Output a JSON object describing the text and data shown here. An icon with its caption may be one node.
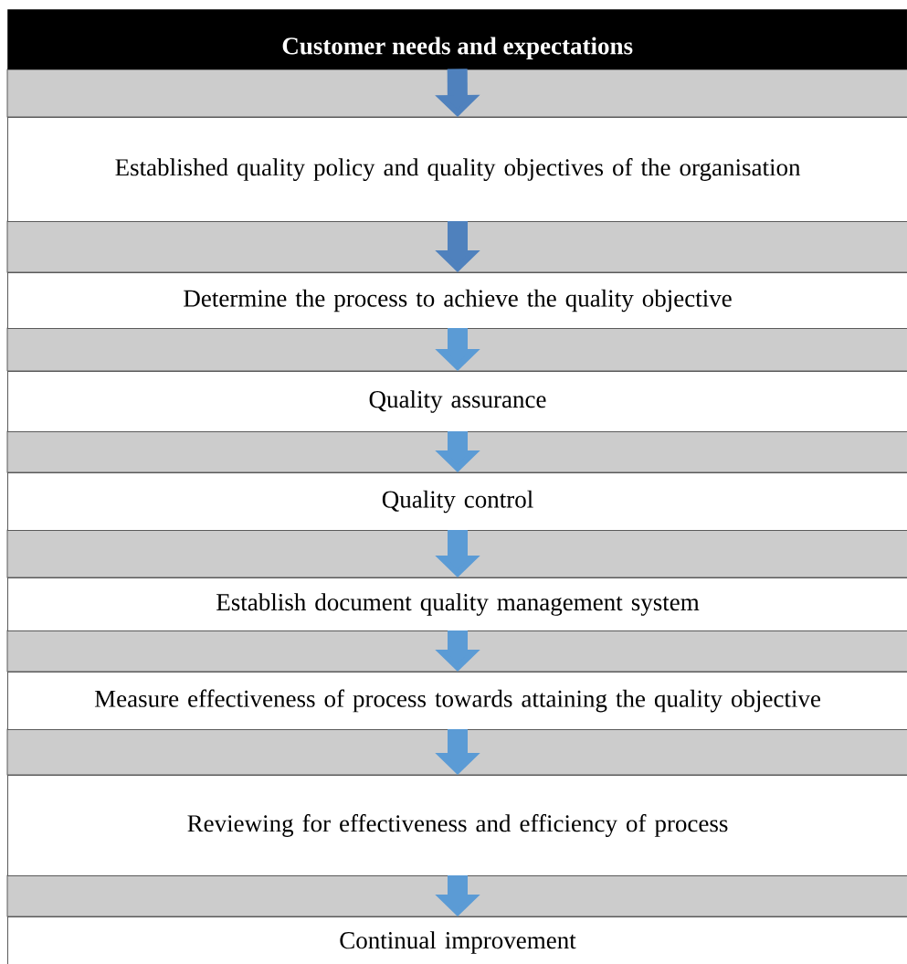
{
  "diagram": {
    "nodes": [
      {
        "text": [
          "Customer needs and expectations"
        ]
      },
      {
        "text": [
          "Established quality policy and quality objectives of the organisation"
        ]
      },
      {
        "text": [
          "Determine the process to achieve the quality objective"
        ]
      },
      {
        "text": [
          "Quality assurance"
        ]
      },
      {
        "text": [
          "Quality control"
        ]
      },
      {
        "text": [
          "Establish document quality management system"
        ]
      },
      {
        "text": [
          "Measure effectiveness of process towards attaining the quality objective"
        ]
      },
      {
        "text": [
          "Reviewing for effectiveness and efficiency of process"
        ]
      },
      {
        "text": [
          "Continual improvement"
        ]
      }
    ],
    "edges": [
      {
        "from": 0,
        "to": 1,
        "arrow": "to",
        "color": "#4f81bd"
      },
      {
        "from": 1,
        "to": 2,
        "arrow": "to",
        "color": "#4f81bd"
      },
      {
        "from": 2,
        "to": 3,
        "arrow": "to"
      },
      {
        "from": 3,
        "to": 4,
        "arrow": "to"
      },
      {
        "from": 4,
        "to": 5,
        "arrow": "to"
      },
      {
        "from": 5,
        "to": 6,
        "arrow": "to"
      },
      {
        "from": 6,
        "to": 7,
        "arrow": "to"
      },
      {
        "from": 7,
        "to": 8,
        "arrow": "to"
      }
    ]
  }
}
